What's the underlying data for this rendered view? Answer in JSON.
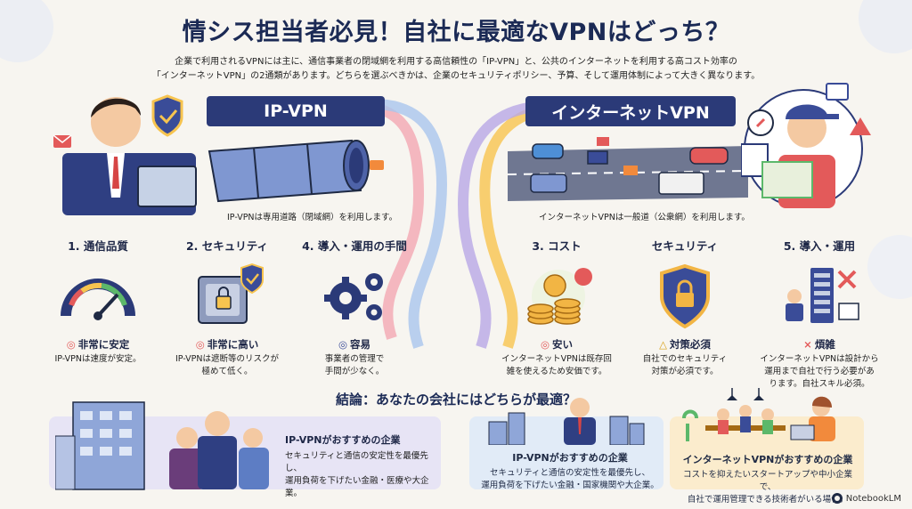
{
  "header": {
    "title": "情シス担当者必見！自社に最適なVPNはどっち？",
    "intro_line1": "企業で利用されるVPNには主に、通信事業者の閉域網を利用する高信頼性の「IP-VPN」と、公共のインターネットを利用する高コスト効率の",
    "intro_line2": "「インターネットVPN」の2通類があります。どちらを選ぶべきかは、企業のセキュリティポリシー、予算、そして運用体制によって大きく異なります。"
  },
  "left": {
    "banner": "IP-VPN",
    "caption": "IP-VPNは専用道路（閉域網）を利用します。",
    "features": [
      {
        "head": "1. 通信品質",
        "badge_mark": "◎",
        "badge": "非常に安定",
        "desc1": "IP-VPNは速度が安定。",
        "desc2": ""
      },
      {
        "head": "2. セキュリティ",
        "badge_mark": "◎",
        "badge": "非常に高い",
        "desc1": "IP-VPNは遮断等のリスクが",
        "desc2": "極めて低く。"
      },
      {
        "head": "4. 導入・運用の手間",
        "badge_mark": "◎",
        "badge": "容易",
        "desc1": "事業者の管理で",
        "desc2": "手間が少なく。"
      }
    ]
  },
  "right": {
    "banner": "インターネットVPN",
    "caption": "インターネットVPNは一般道（公衆網）を利用します。",
    "features": [
      {
        "head": "3. コスト",
        "badge_mark": "◎",
        "badge": "安い",
        "desc1": "インターネットVPNは既存回",
        "desc2": "雑を使えるため安価です。",
        "desc3": ""
      },
      {
        "head": "セキュリティ",
        "badge_mark": "△",
        "badge": "対策必須",
        "desc1": "自社でのセキュリティ",
        "desc2": "対策が必須です。",
        "desc3": ""
      },
      {
        "head": "5. 導入・運用",
        "badge_mark": "×",
        "badge": "煩雑",
        "desc1": "インターネットVPNは設計から",
        "desc2": "運用まで自社で行う必要があ",
        "desc3": "ります。自社スキル必須。"
      }
    ]
  },
  "conclusion": {
    "title": "結論：あなたの会社にはどちらが最適？",
    "cards": [
      {
        "title": "IP-VPNがおすすめの企業",
        "desc1": "セキュリティと通信の安定性を最優先し、",
        "desc2": "運用負荷を下げたい金融・医療や大企業。"
      },
      {
        "title": "IP-VPNがおすすめの企業",
        "desc1": "セキュリティと通信の安定性を最優先し、",
        "desc2": "運用負荷を下げたい金融・国家機関や大企業。"
      },
      {
        "title": "インターネットVPNがおすすめの企業",
        "desc1": "コストを抑えたいスタートアップや中小企業で、",
        "desc2": "自社で運用管理できる技術者がいる場合。"
      }
    ]
  },
  "brand": "NotebookLM",
  "colors": {
    "navy": "#2b3a78",
    "card_lilac": "#e7e4f5",
    "card_blue": "#e1ebf7",
    "card_peach": "#fbeccd",
    "accent_orange": "#f28a3c",
    "accent_red": "#e35a5a"
  }
}
